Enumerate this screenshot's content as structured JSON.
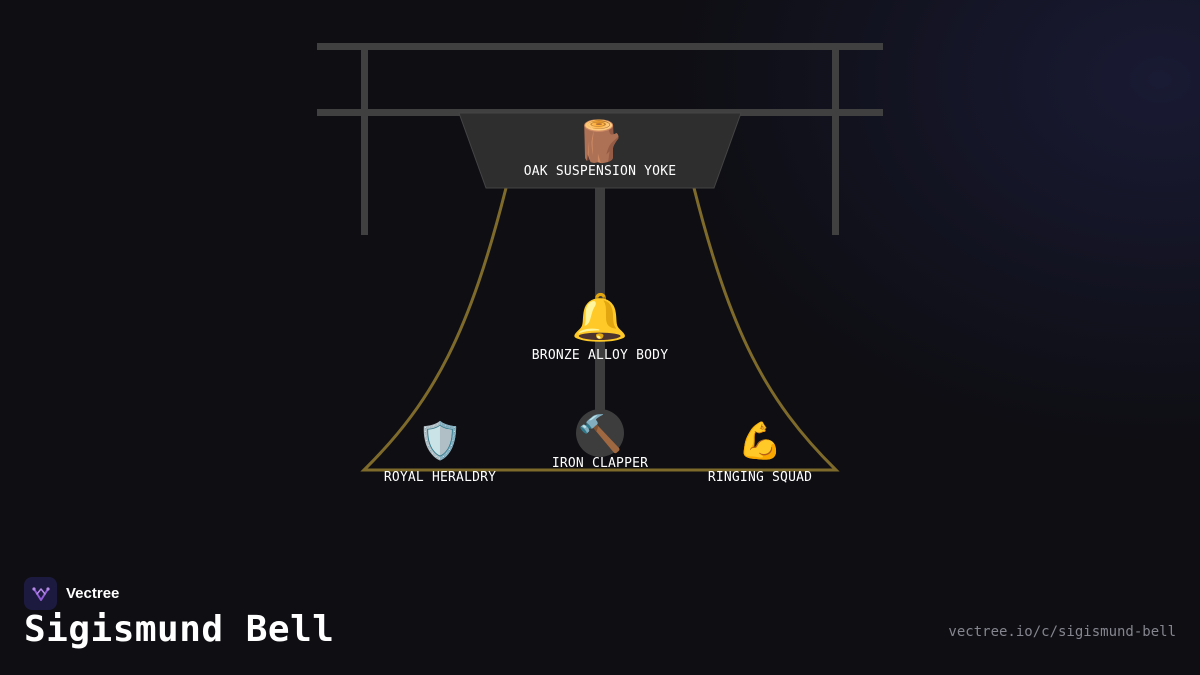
{
  "brand": {
    "name": "Vectree",
    "logo_icon": "vectree-logo-icon"
  },
  "title": "Sigismund Bell",
  "url": "vectree.io/c/sigismund-bell",
  "colors": {
    "background": "#0e0e13",
    "frame": "#404040",
    "yoke_fill": "#2e2e2e",
    "bell_outline": "#7e6a2a",
    "clapper_circle": "#3d3d3d",
    "logo_bg": "#1c1a3e",
    "logo_accent": "#8f5bd6",
    "text": "#ffffff",
    "url_text": "#85858f"
  },
  "nodes": {
    "yoke": {
      "label": "OAK SUSPENSION YOKE",
      "icon": "wood-log-icon",
      "glyph": "🪵"
    },
    "body": {
      "label": "BRONZE ALLOY BODY",
      "icon": "bell-icon",
      "glyph": "🔔"
    },
    "heraldry": {
      "label": "ROYAL HERALDRY",
      "icon": "shield-icon",
      "glyph": "🛡️"
    },
    "clapper": {
      "label": "IRON CLAPPER",
      "icon": "hammer-icon",
      "glyph": "🔨"
    },
    "squad": {
      "label": "RINGING SQUAD",
      "icon": "flexed-biceps-icon",
      "glyph": "💪"
    }
  }
}
